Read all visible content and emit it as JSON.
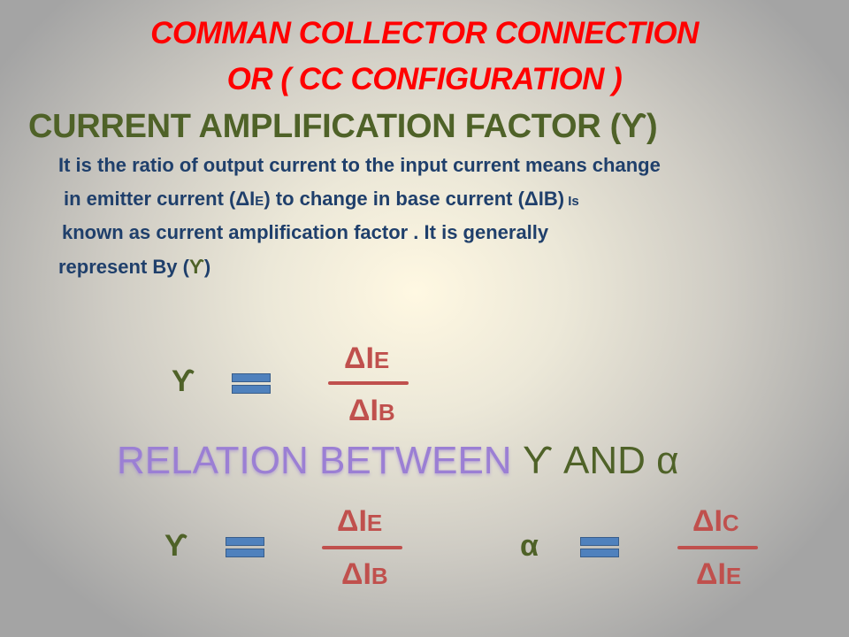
{
  "slide": {
    "title_line1": "COMMAN COLLECTOR CONNECTION",
    "title_line2": "OR ( CC CONFIGURATION )",
    "heading": "CURRENT AMPLIFICATION FACTOR (ϒ)",
    "paragraph": {
      "line1": "It is the ratio of output current to the input current means change",
      "line2_a": "in emitter current (ΔI",
      "line2_sub1": "E",
      "line2_b": ") to change in base current (ΔIB)",
      "line2_c": " Is",
      "line3": "known as current amplification factor . It is generally",
      "line4_a": "represent By (",
      "line4_gamma": "ϒ",
      "line4_b": ")"
    },
    "formula1": {
      "symbol": "ϒ",
      "numerator": "ΔI",
      "numerator_sub": "E",
      "denominator": "ΔI",
      "denominator_sub": "B"
    },
    "relation_heading": {
      "part1": "RELATION BETWEEN",
      "part2": "ϒ AND α"
    },
    "formula2": {
      "symbol": "ϒ",
      "numerator": "ΔI",
      "numerator_sub": "E",
      "denominator": "ΔI",
      "denominator_sub": "B"
    },
    "formula3": {
      "symbol": "α",
      "numerator": "ΔI",
      "numerator_sub": "C",
      "denominator": "ΔI",
      "denominator_sub": "E"
    },
    "colors": {
      "title": "#ff0000",
      "heading": "#4f6228",
      "paragraph": "#1f3f6b",
      "fraction": "#c0504d",
      "equals": "#4f81bd",
      "relation": "#9b7fd4"
    }
  }
}
